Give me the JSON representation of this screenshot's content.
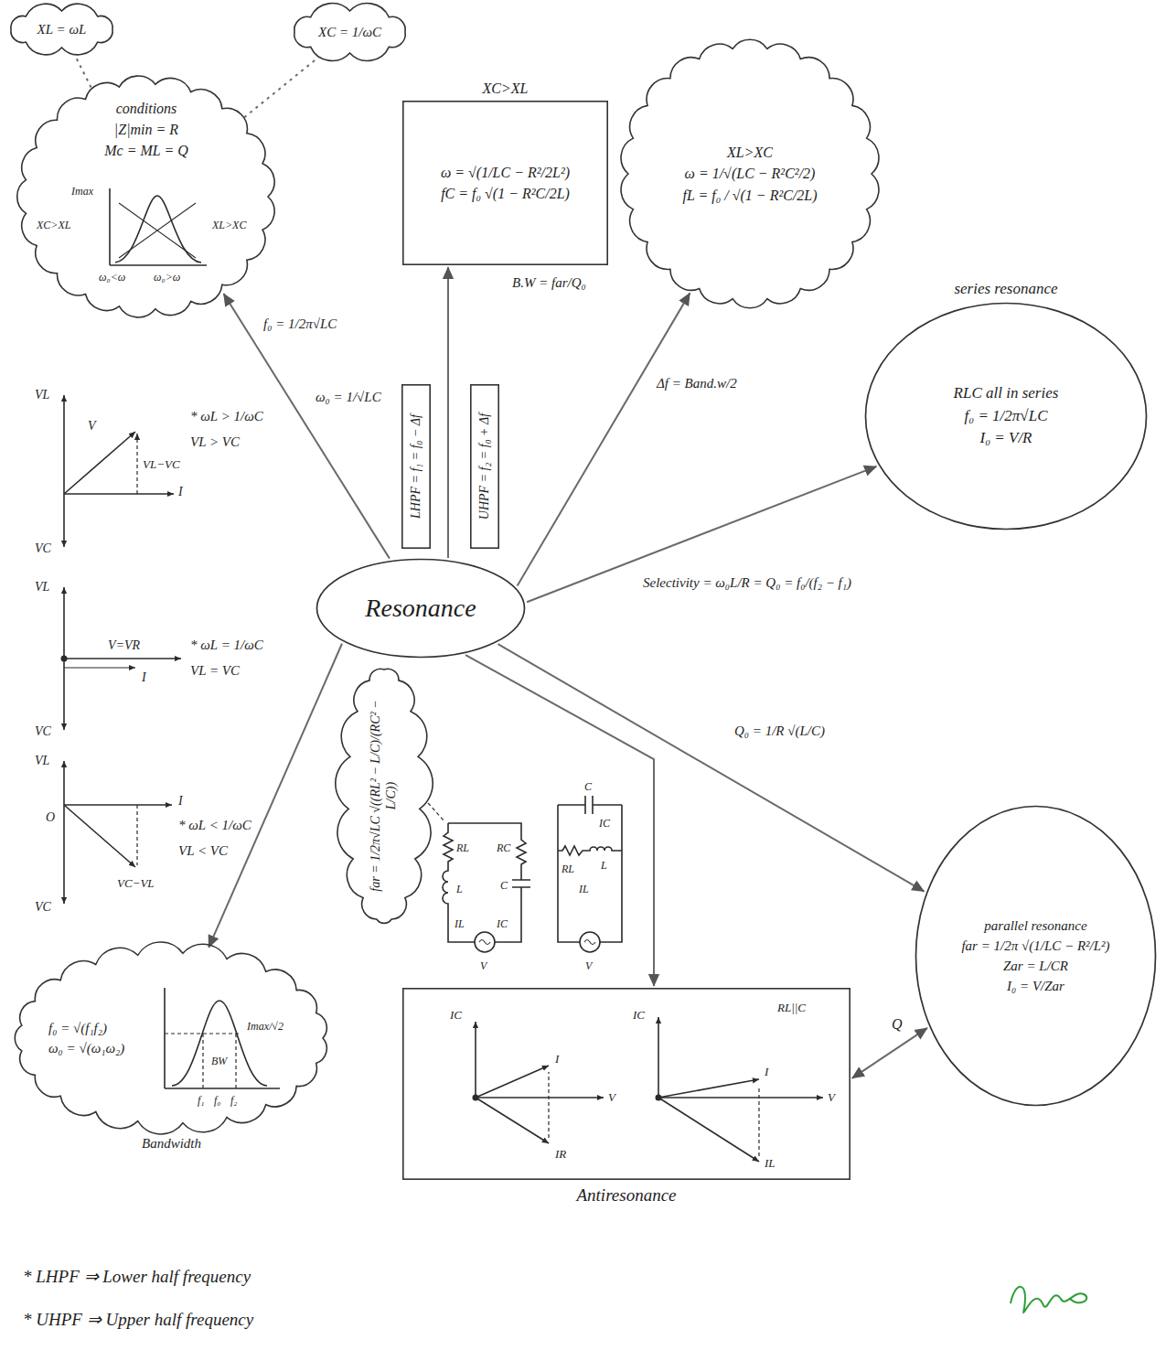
{
  "diagram": {
    "nodes": [
      {
        "text": [
          "Resonance"
        ]
      },
      {
        "text": [
          "conditions",
          "|Z|min = R",
          "Mc = ML = Q"
        ]
      },
      {
        "text": [
          "XL = ωL"
        ]
      },
      {
        "text": [
          "XC = 1/ωC"
        ]
      },
      {
        "text": [
          "XC>XL",
          "ω = √(1/LC − R²/2L²)",
          "fC = f₀ √(1 − R²C/2L)"
        ]
      },
      {
        "text": [
          "XL>XC",
          "ω = 1/√(LC − R²C²/2)",
          "fL = f₀ / √(1 − R²C/2L)"
        ]
      },
      {
        "text": [
          "series resonance",
          "RLC all in series",
          "f₀ = 1/2π√LC",
          "I₀ = V/R"
        ]
      },
      {
        "text": [
          "LHPF = f₁ = f₀ − Δf"
        ]
      },
      {
        "text": [
          "UHPF = f₂ = f₀ + Δf"
        ]
      },
      {
        "text": [
          "Bandwidth",
          "f₀ = √(f₁f₂)",
          "ω₀ = √(ω₁ω₂)"
        ]
      },
      {
        "text": [
          "far = 1/2π√LC √((RL² − L/C)/(RC² − L/C))"
        ]
      },
      {
        "text": [
          "Antiresonance"
        ]
      },
      {
        "text": [
          "parallel resonance",
          "far = 1/2π √(1/LC − R²/L²)",
          "Zar = L/CR",
          "I₀ = V/Zar"
        ]
      }
    ],
    "edges": [
      {
        "from": 0,
        "to": 1,
        "arrow": "to",
        "label": "f₀ = 1/2π√LC"
      },
      {
        "from": 0,
        "to": 4,
        "arrow": "to"
      },
      {
        "from": 0,
        "to": 5,
        "arrow": "to",
        "label": "Δf = Band.w/2"
      },
      {
        "from": 0,
        "to": 6,
        "arrow": "to",
        "label": "Selectivity = ω₀L/R = Q₀ = f₀/(f₂ − f₁)"
      },
      {
        "from": 0,
        "to": 12,
        "arrow": "to",
        "label": "Q₀ = 1/R √(L/C)"
      },
      {
        "from": 0,
        "to": 11,
        "arrow": "to"
      },
      {
        "from": 0,
        "to": 9,
        "arrow": "to"
      },
      {
        "from": 12,
        "to": 11,
        "arrow": "both"
      },
      {
        "from": 1,
        "to": 2,
        "arrow": "none"
      },
      {
        "from": 1,
        "to": 3,
        "arrow": "none"
      }
    ],
    "labels": [
      "ω₀ = 1/√LC",
      "B.W = far/Q₀",
      "VL",
      "V",
      "I",
      "VC",
      "VL−VC",
      "* ωL > 1/ωC",
      "VL > VC",
      "VL",
      "V=VR",
      "I",
      "VC",
      "* ωL = 1/ωC",
      "VL = VC",
      "VL",
      "I",
      "O",
      "VC",
      "VC−VL",
      "* ωL < 1/ωC",
      "VL < VC",
      "Imax",
      "XC>XL",
      "XL>XC",
      "ω₀<ω",
      "ω₀>ω",
      "f₁",
      "f₀",
      "f₂",
      "BW",
      "Imax/√2",
      "RL",
      "L",
      "IL",
      "RC",
      "C",
      "IC",
      "V",
      "C",
      "IC",
      "RL",
      "L",
      "IL",
      "V",
      "V",
      "IC",
      "IR",
      "I",
      "RL||C",
      "V",
      "IC",
      "IL",
      "I",
      "Q",
      "* LHPF ⇒ Lower half frequency",
      "* UHPF ⇒ Upper half frequency"
    ]
  }
}
